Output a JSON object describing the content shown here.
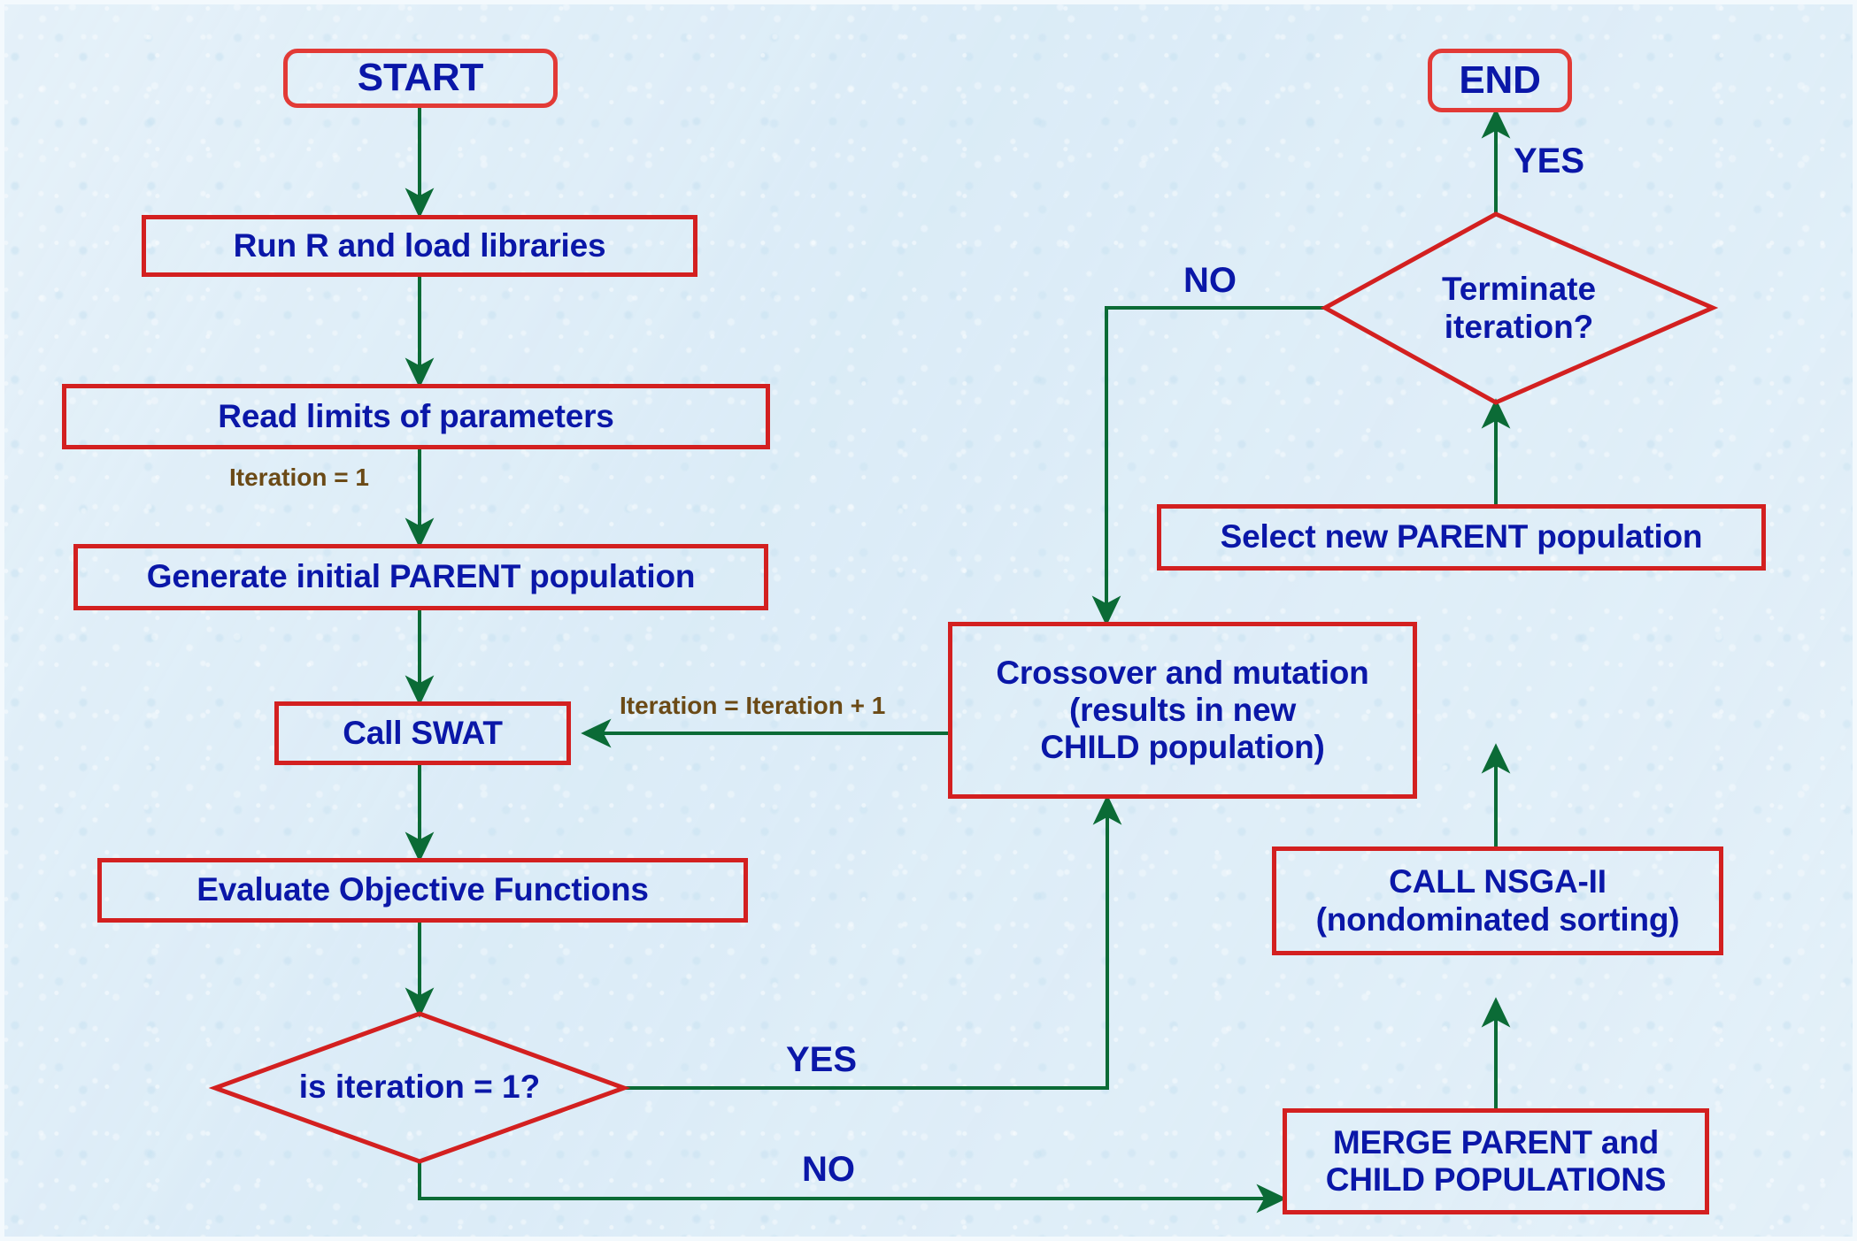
{
  "diagram": {
    "title": "SWAT NSGA-II multi-objective calibration flowchart",
    "colors": {
      "background": "#dcecf7",
      "node_border": "#d32020",
      "node_text": "#0a17a8",
      "edge": "#0b6b36",
      "annotation_text": "#6b4a16"
    },
    "nodes": [
      {
        "id": "start",
        "shape": "terminator",
        "label": "START"
      },
      {
        "id": "run_r",
        "shape": "process",
        "label": "Run R and load libraries"
      },
      {
        "id": "read_limits",
        "shape": "process",
        "label": "Read limits of parameters"
      },
      {
        "id": "gen_parent",
        "shape": "process",
        "label": "Generate initial PARENT population"
      },
      {
        "id": "call_swat",
        "shape": "process",
        "label": "Call SWAT"
      },
      {
        "id": "evaluate",
        "shape": "process",
        "label": "Evaluate Objective Functions"
      },
      {
        "id": "is_iter_1",
        "shape": "decision",
        "label": "is iteration = 1?"
      },
      {
        "id": "merge",
        "shape": "process",
        "label": "MERGE PARENT and\nCHILD POPULATIONS"
      },
      {
        "id": "nsga",
        "shape": "process",
        "label": "CALL NSGA-II\n(nondominated sorting)"
      },
      {
        "id": "select",
        "shape": "process",
        "label": "Select new PARENT population"
      },
      {
        "id": "terminate",
        "shape": "decision",
        "label": "Terminate\niteration?"
      },
      {
        "id": "crossover",
        "shape": "process",
        "label": "Crossover and mutation\n(results in new\nCHILD population)"
      },
      {
        "id": "end",
        "shape": "terminator",
        "label": "END"
      }
    ],
    "edge_labels": {
      "iteration_init": "Iteration = 1",
      "iteration_increment": "Iteration = Iteration + 1",
      "is_iter_yes": "YES",
      "is_iter_no": "NO",
      "terminate_yes": "YES",
      "terminate_no": "NO"
    },
    "edges": [
      {
        "from": "start",
        "to": "run_r",
        "label": ""
      },
      {
        "from": "run_r",
        "to": "read_limits",
        "label": ""
      },
      {
        "from": "read_limits",
        "to": "gen_parent",
        "label": "Iteration = 1"
      },
      {
        "from": "gen_parent",
        "to": "call_swat",
        "label": ""
      },
      {
        "from": "call_swat",
        "to": "evaluate",
        "label": ""
      },
      {
        "from": "evaluate",
        "to": "is_iter_1",
        "label": ""
      },
      {
        "from": "is_iter_1",
        "to": "crossover",
        "label": "YES"
      },
      {
        "from": "is_iter_1",
        "to": "merge",
        "label": "NO"
      },
      {
        "from": "merge",
        "to": "nsga",
        "label": ""
      },
      {
        "from": "nsga",
        "to": "select",
        "label": ""
      },
      {
        "from": "select",
        "to": "terminate",
        "label": ""
      },
      {
        "from": "terminate",
        "to": "end",
        "label": "YES"
      },
      {
        "from": "terminate",
        "to": "crossover",
        "label": "NO"
      },
      {
        "from": "crossover",
        "to": "call_swat",
        "label": "Iteration = Iteration + 1"
      }
    ]
  }
}
